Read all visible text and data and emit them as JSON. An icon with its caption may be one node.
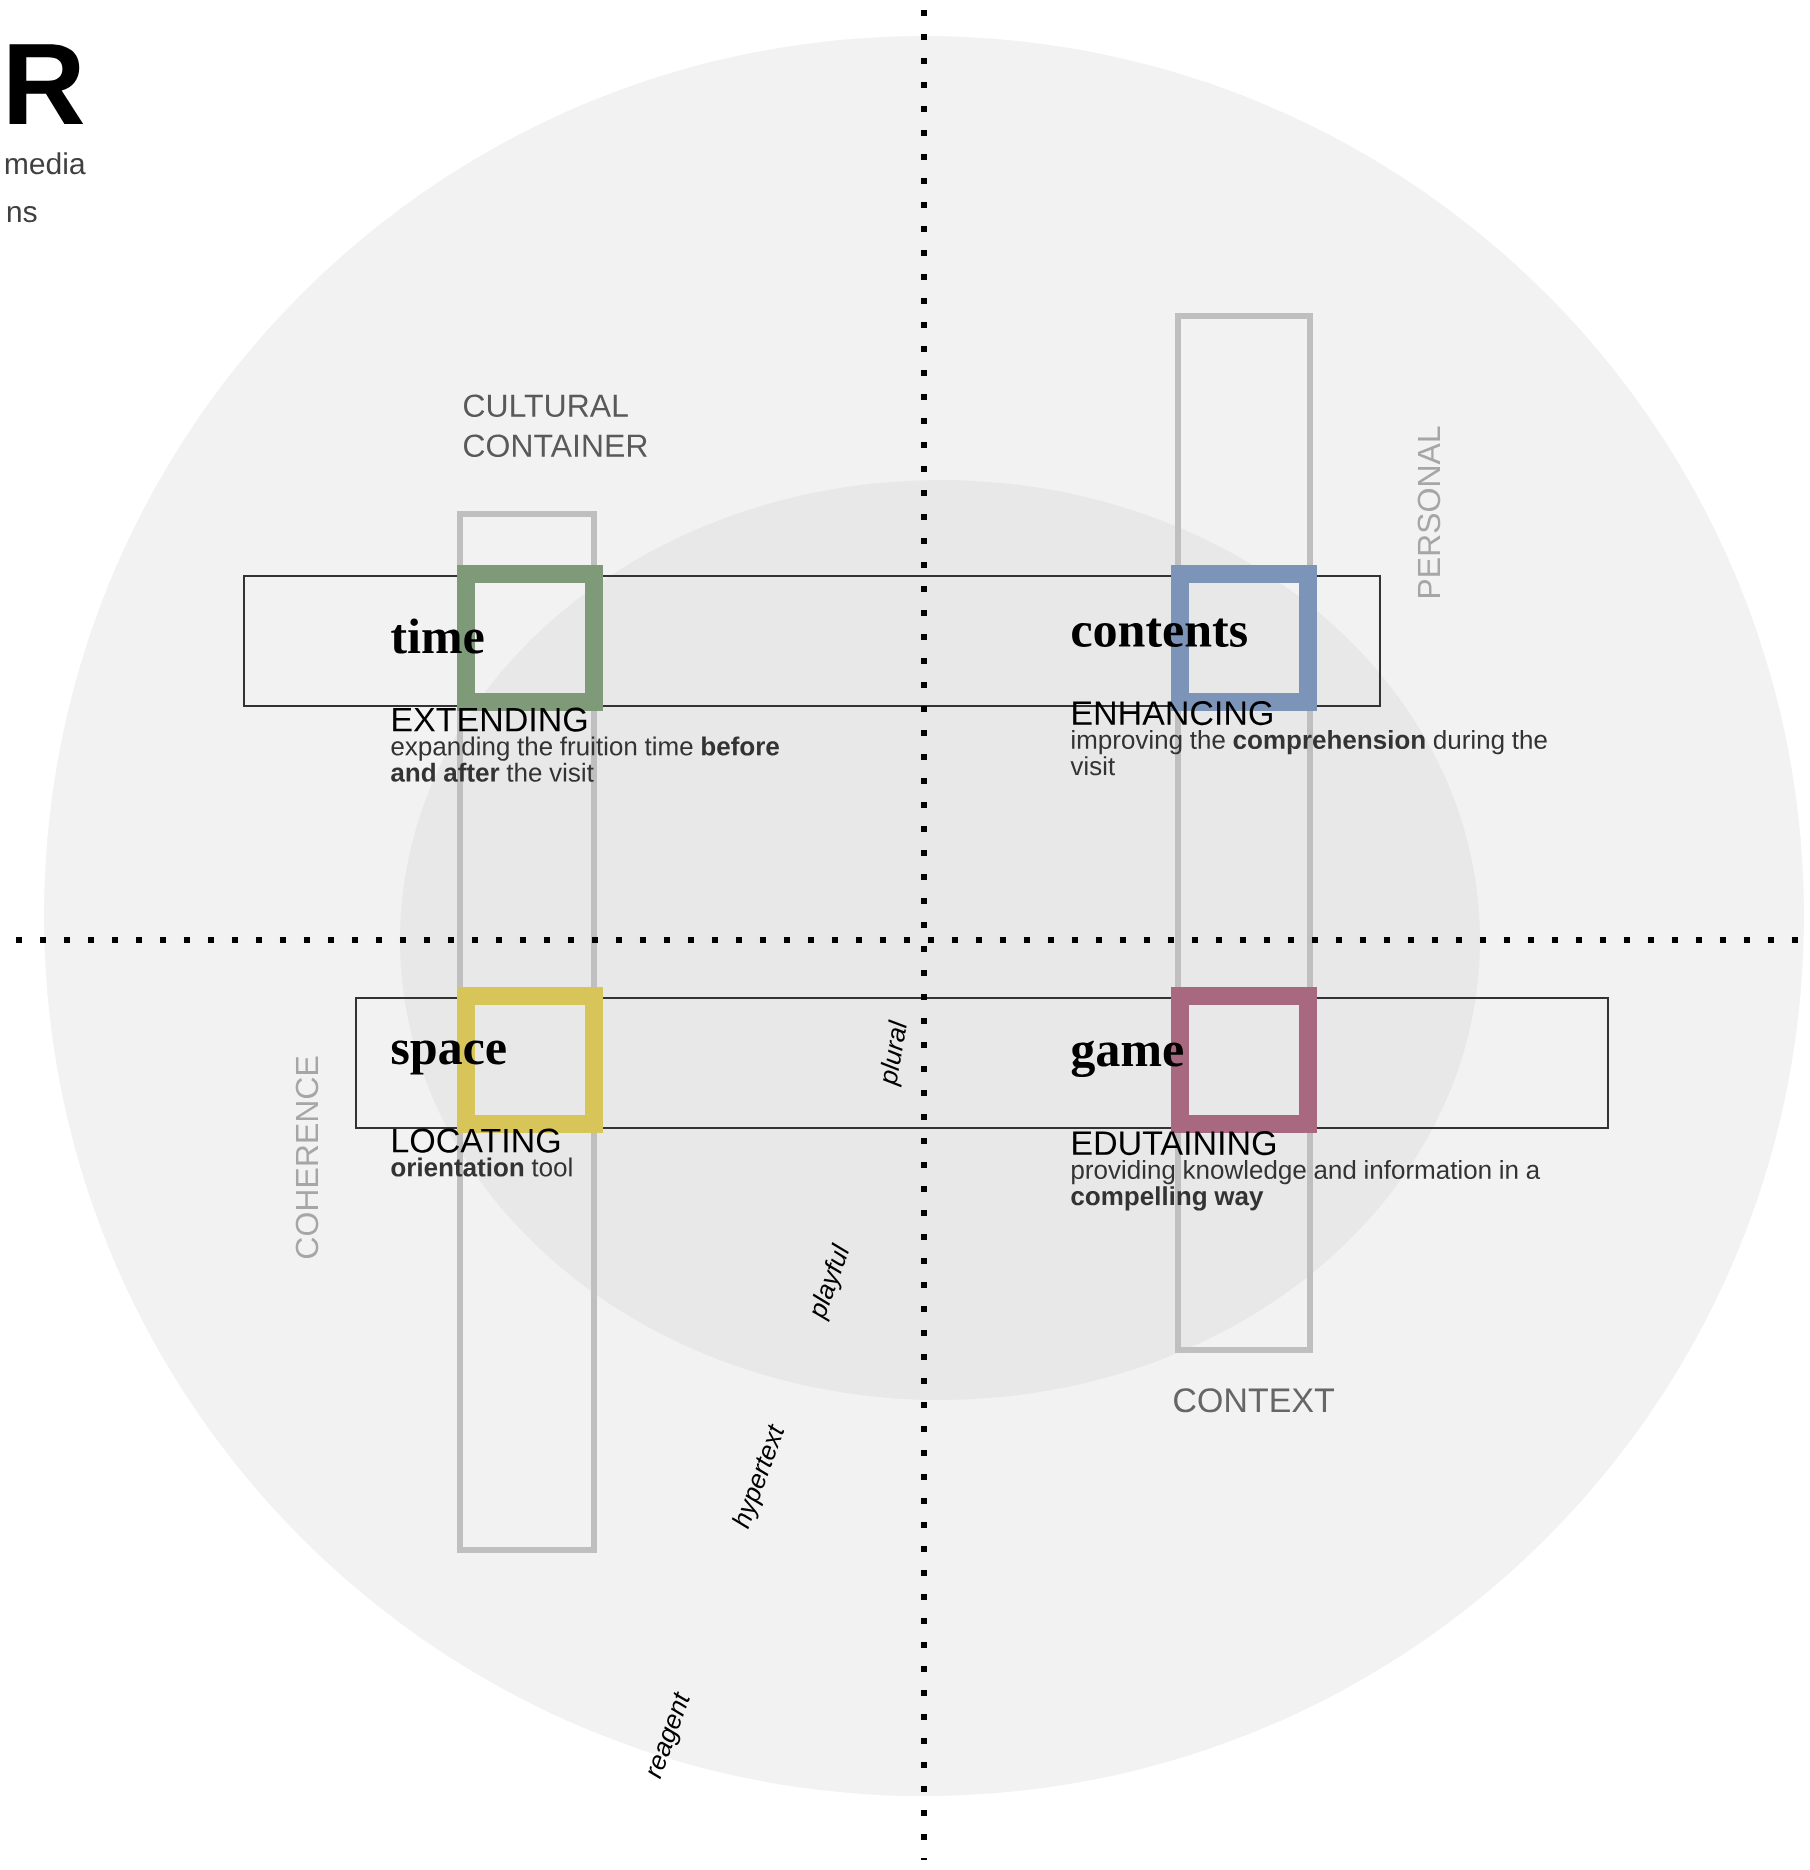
{
  "diagram": {
    "title": "R",
    "nodes": [
      {
        "text": [
          "time",
          "EXTENDING",
          "expanding the fruition time **before and after** the visit"
        ]
      },
      {
        "text": [
          "contents",
          "ENHANCING",
          "improving the **comprehension** during the visit"
        ]
      },
      {
        "text": [
          "space",
          "LOCATING",
          "**orientation** tool"
        ]
      },
      {
        "text": [
          "game",
          "EDUTAINING",
          "providing knowledge and information in a **compelling way**"
        ]
      }
    ],
    "labels": [
      "media",
      "ns",
      "CULTURAL CONTAINER",
      "PERSONAL",
      "COHERENCE",
      "plural",
      "playful",
      "hypertext",
      "CONTEXT",
      "reagent"
    ]
  }
}
